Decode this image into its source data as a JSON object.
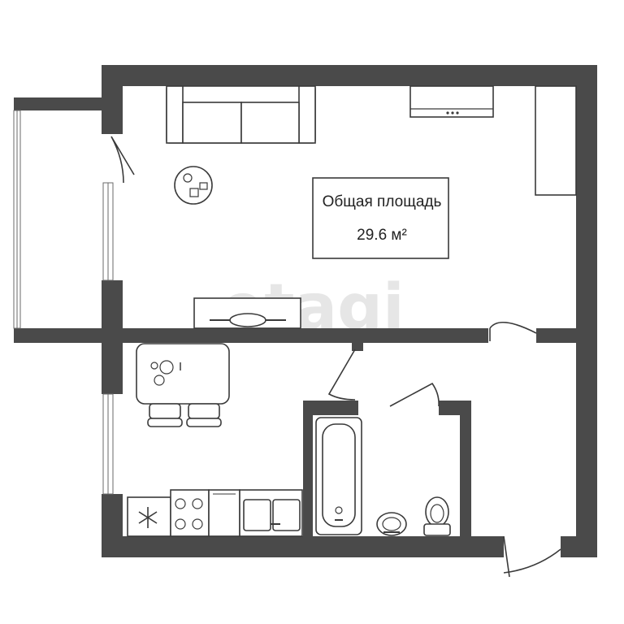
{
  "area_label": {
    "title": "Общая площадь",
    "value": "29.6 м²"
  },
  "watermark": "etagi",
  "icons": {
    "freezer": "snowflake-icon"
  },
  "colors": {
    "wall": "#4a4a4a",
    "line": "#3a3a3a",
    "background": "#ffffff"
  }
}
